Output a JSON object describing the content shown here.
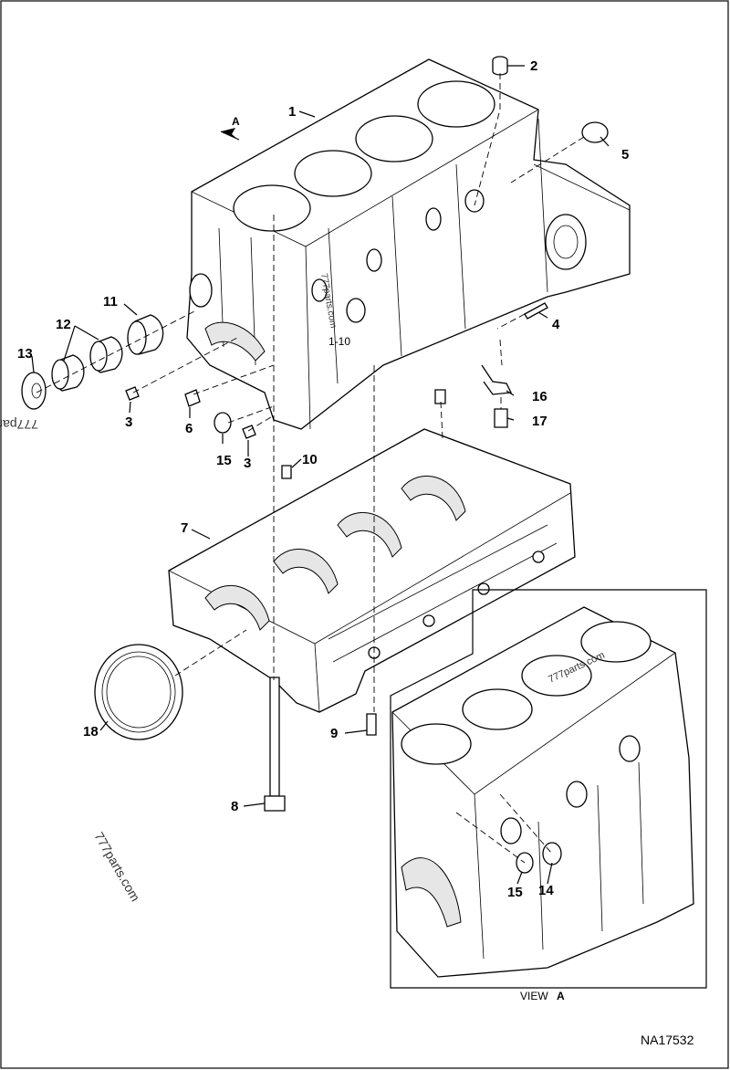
{
  "figure_id": "NA17532",
  "view_arrow_label": "A",
  "view_caption": {
    "word": "VIEW",
    "letter": "A"
  },
  "sub_label": "1-10",
  "watermarks": [
    "777parts.com",
    "777parts.com",
    "777parts.com",
    "777par"
  ],
  "callouts": [
    "1",
    "2",
    "3",
    "3",
    "4",
    "5",
    "6",
    "7",
    "8",
    "9",
    "10",
    "11",
    "12",
    "13",
    "14",
    "15",
    "15",
    "16",
    "17",
    "18"
  ]
}
